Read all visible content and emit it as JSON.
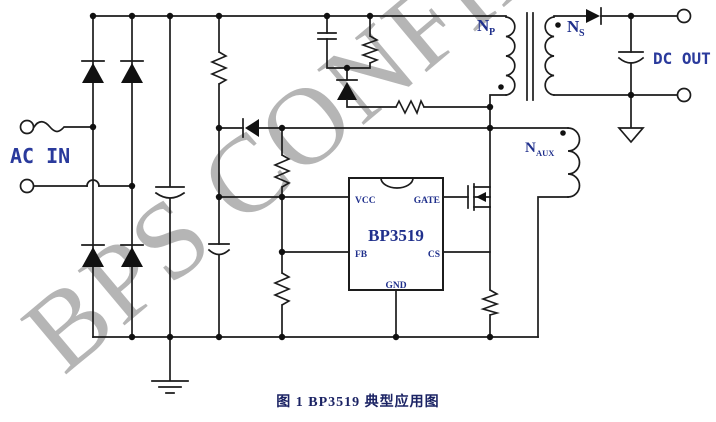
{
  "watermark": {
    "text": "BPS CONFIDENTIAL",
    "color": "#a9a9a9"
  },
  "schematic": {
    "ac_label": "AC IN",
    "dc_label": "DC OUT",
    "transformer": {
      "primary_label": "N",
      "primary_sub": "P",
      "secondary_label": "N",
      "secondary_sub": "S",
      "aux_label": "N",
      "aux_sub": "AUX"
    },
    "ic": {
      "part": "BP3519",
      "pin_vcc": "VCC",
      "pin_gate": "GATE",
      "pin_fb": "FB",
      "pin_cs": "CS",
      "pin_gnd": "GND"
    }
  },
  "caption": {
    "text": "图 1 BP3519 典型应用图"
  },
  "colors": {
    "line": "#1c1c1c",
    "label_blue": "#2a3a9c",
    "caption_navy": "#1b2364",
    "watermark_gray": "#a9a9a9",
    "background": "#ffffff"
  }
}
